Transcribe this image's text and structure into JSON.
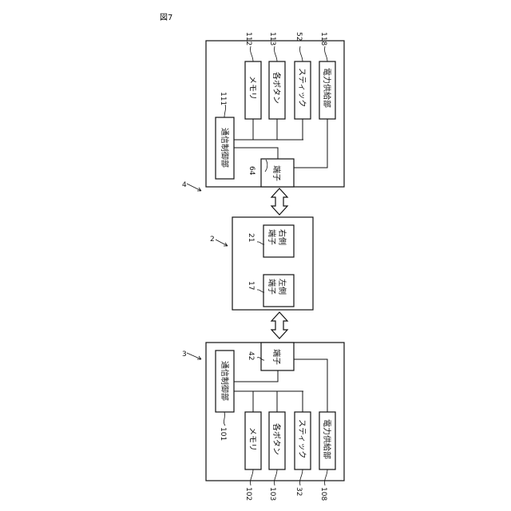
{
  "figure_label": "図7",
  "left_unit": {
    "ref": "3",
    "comm_ctrl": {
      "ref": "101",
      "label": "通信制御部"
    },
    "terminal": {
      "ref": "42",
      "label": "端子"
    },
    "memory": {
      "ref": "102",
      "label": "メモリ"
    },
    "buttons": {
      "ref": "103",
      "label": "各ボタン"
    },
    "stick": {
      "ref": "32",
      "label": "スティック"
    },
    "power": {
      "ref": "108",
      "label": "電力供給部"
    }
  },
  "main_unit": {
    "ref": "2",
    "left_terminal": {
      "ref": "17",
      "label_line1": "左側",
      "label_line2": "端子"
    },
    "right_terminal": {
      "ref": "21",
      "label_line1": "右側",
      "label_line2": "端子"
    }
  },
  "right_unit": {
    "ref": "4",
    "comm_ctrl": {
      "ref": "111",
      "label": "通信制御部"
    },
    "terminal": {
      "ref": "64",
      "label": "端子"
    },
    "memory": {
      "ref": "112",
      "label": "メモリ"
    },
    "buttons": {
      "ref": "113",
      "label": "各ボタン"
    },
    "stick": {
      "ref": "52",
      "label": "スティック"
    },
    "power": {
      "ref": "118",
      "label": "電力供給部"
    }
  }
}
